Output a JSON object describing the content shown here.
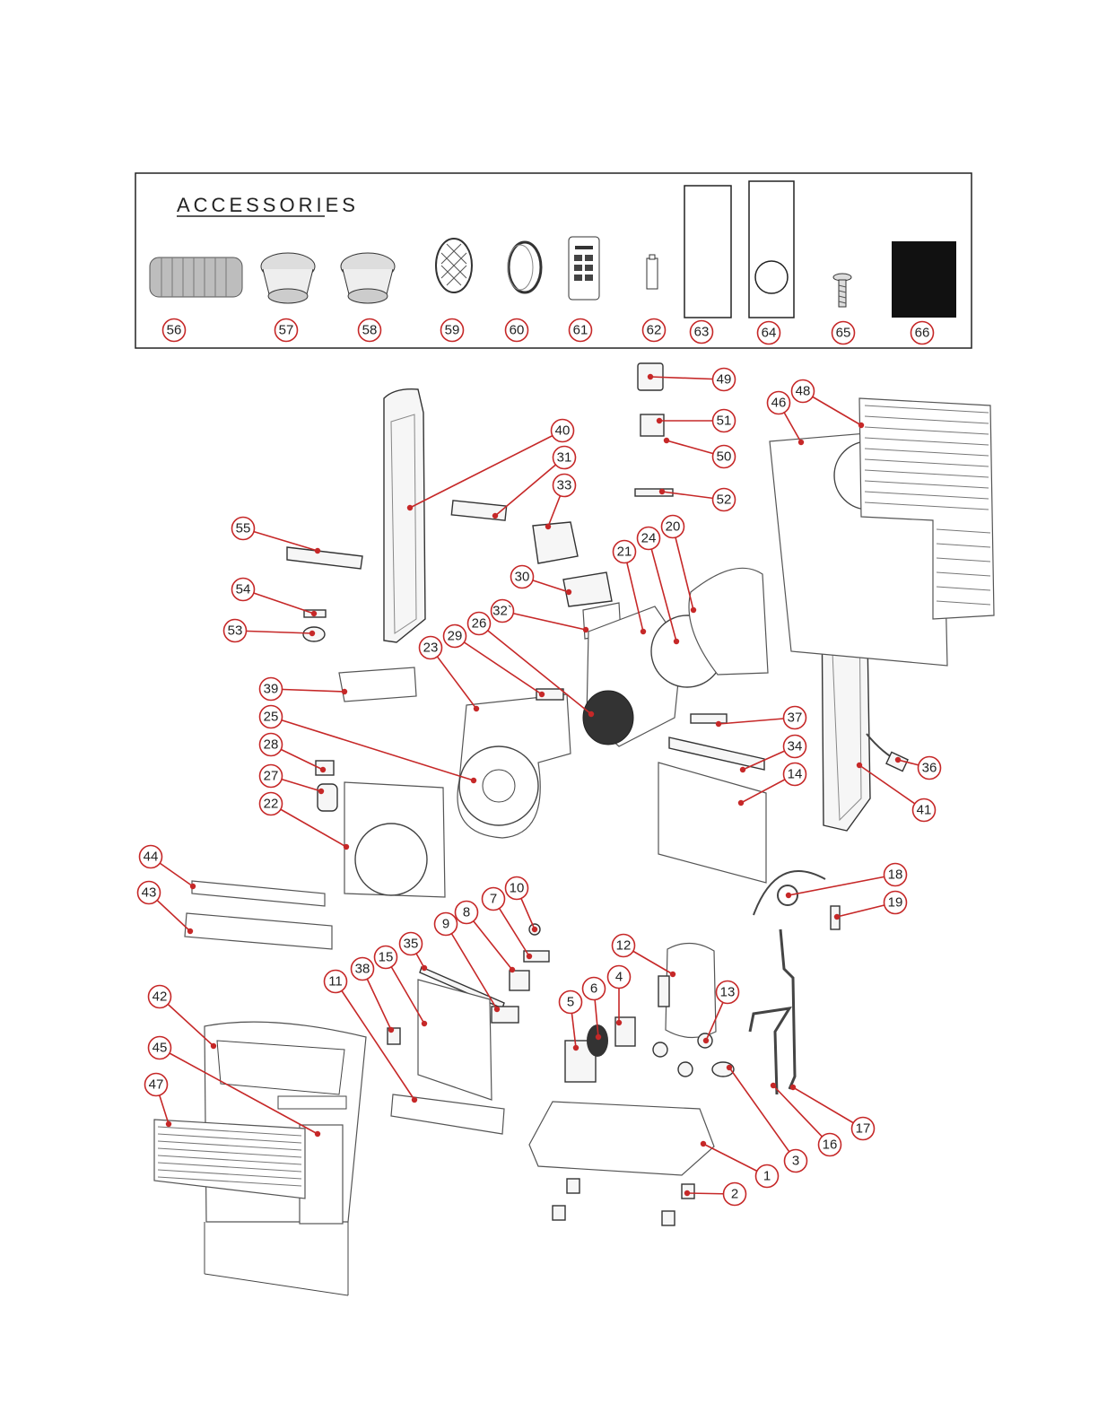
{
  "accessories": {
    "title": "ACCESSORIES",
    "items": [
      "56",
      "57",
      "58",
      "59",
      "60",
      "61",
      "62",
      "63",
      "64",
      "65",
      "66"
    ]
  },
  "callouts": {
    "c1": "1",
    "c2": "2",
    "c3": "3",
    "c4": "4",
    "c5": "5",
    "c6": "6",
    "c7": "7",
    "c8": "8",
    "c9": "9",
    "c10": "10",
    "c11": "11",
    "c12": "12",
    "c13": "13",
    "c14": "14",
    "c15": "15",
    "c16": "16",
    "c17": "17",
    "c18": "18",
    "c19": "19",
    "c20": "20",
    "c21": "21",
    "c22": "22",
    "c23": "23",
    "c24": "24",
    "c25": "25",
    "c26": "26",
    "c27": "27",
    "c28": "28",
    "c29": "29",
    "c30": "30",
    "c31": "31",
    "c32": "32`",
    "c33": "33",
    "c34": "34",
    "c35": "35",
    "c36": "36",
    "c37": "37",
    "c38": "38",
    "c39": "39",
    "c40": "40",
    "c41": "41",
    "c42": "42",
    "c43": "43",
    "c44": "44",
    "c45": "45",
    "c46": "46",
    "c47": "47",
    "c48": "48",
    "c49": "49",
    "c50": "50",
    "c51": "51",
    "c52": "52",
    "c53": "53",
    "c54": "54",
    "c55": "55"
  },
  "colors": {
    "callout": "#c62828",
    "line": "#333333"
  }
}
